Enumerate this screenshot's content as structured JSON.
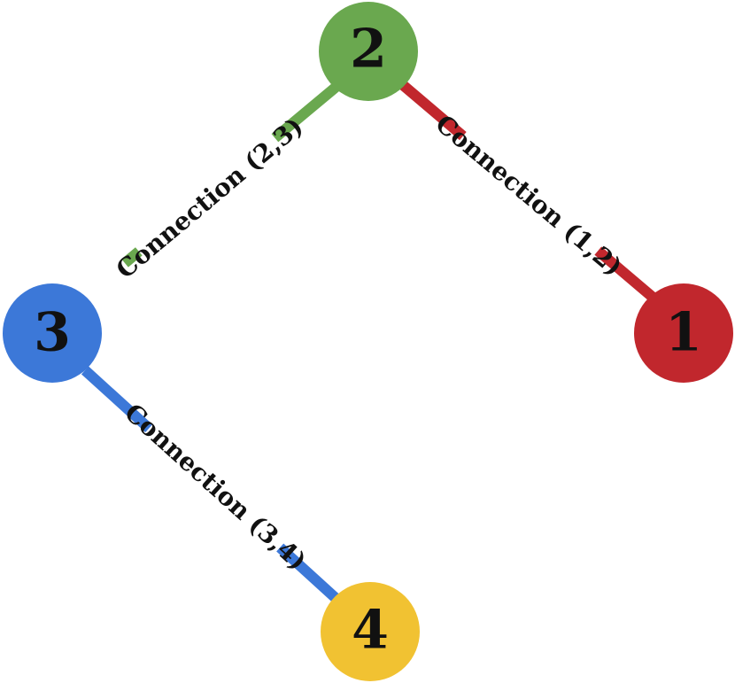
{
  "nodes": [
    {
      "id": "1",
      "label": "1",
      "color": "#c1272d"
    },
    {
      "id": "2",
      "label": "2",
      "color": "#6aa84f"
    },
    {
      "id": "3",
      "label": "3",
      "color": "#3c78d8"
    },
    {
      "id": "4",
      "label": "4",
      "color": "#f1c232"
    }
  ],
  "edges": [
    {
      "from": "2",
      "to": "1",
      "label": "Connection (1,2)",
      "color": "#c1272d"
    },
    {
      "from": "3",
      "to": "2",
      "label": "Connection (2,3)",
      "color": "#6aa84f"
    },
    {
      "from": "3",
      "to": "4",
      "label": "Connection (3,4)",
      "color": "#3c78d8"
    }
  ]
}
